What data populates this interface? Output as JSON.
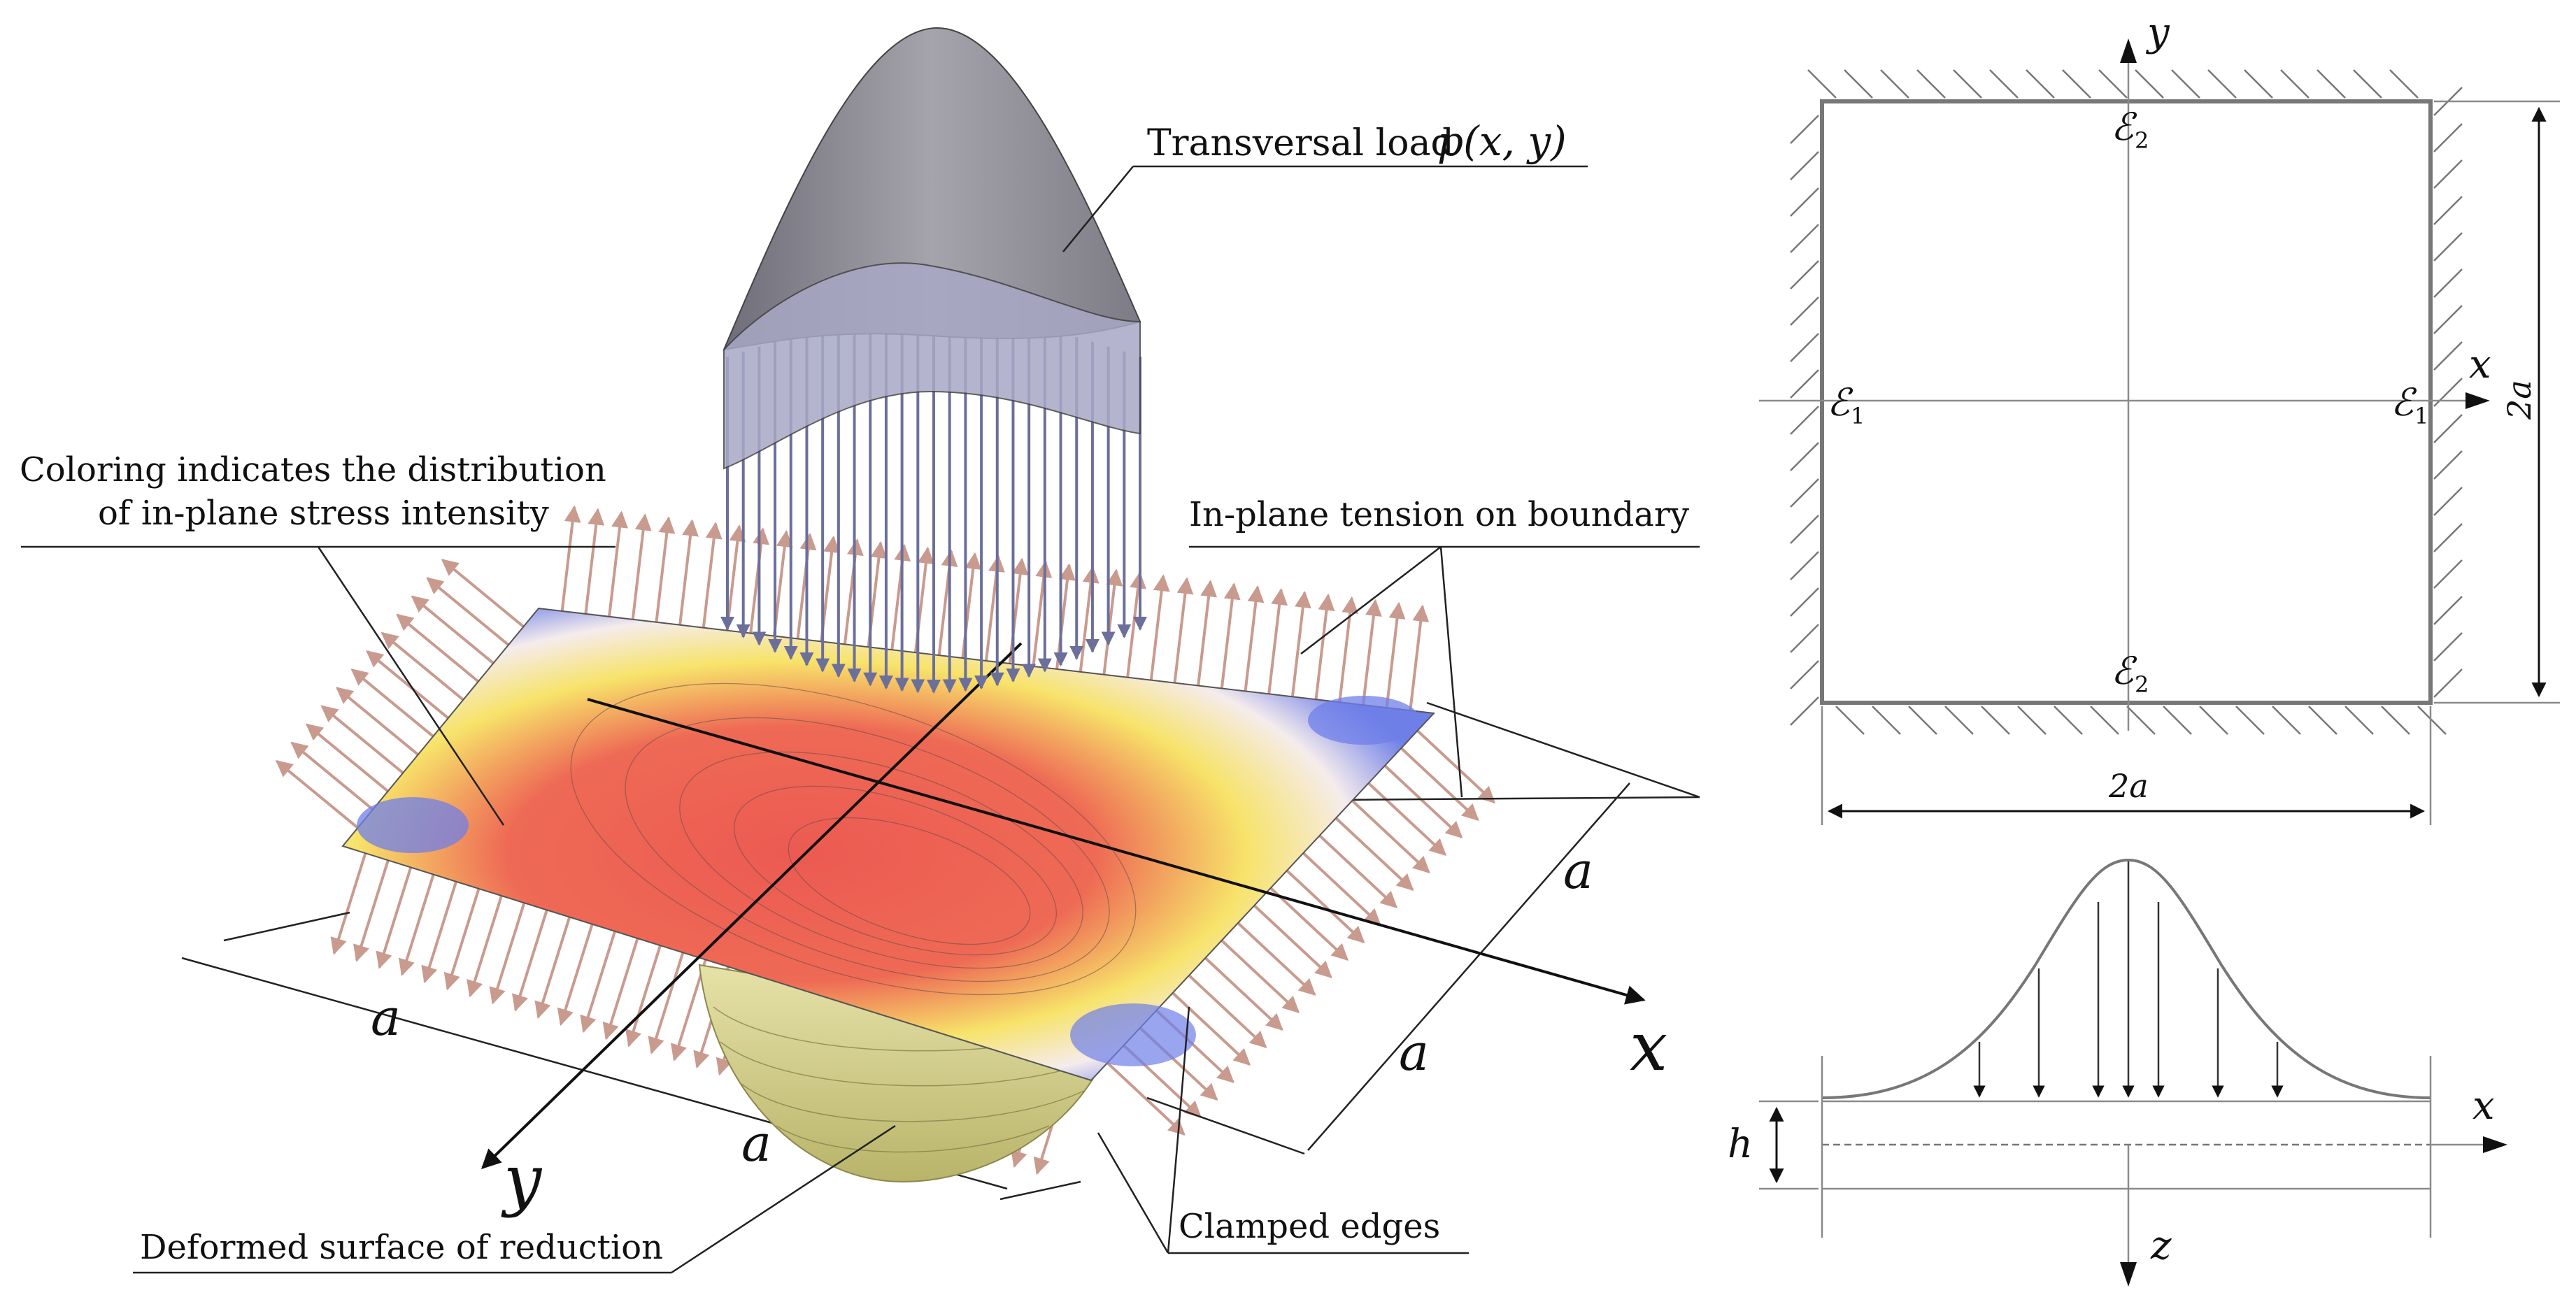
{
  "left_figure": {
    "annotations": {
      "transversal_load": "Transversal load",
      "transversal_load_math": "p(x, y)",
      "coloring_line1": "Coloring indicates the distribution",
      "coloring_line2": "of in-plane stress intensity",
      "in_plane_tension": "In-plane tension on boundary",
      "deformed_surface": "Deformed surface of reduction",
      "clamped_edges": "Clamped edges"
    },
    "dimensions": {
      "a_front_1": "a",
      "a_front_2": "a",
      "a_right_1": "a",
      "a_right_2": "a"
    },
    "axes": {
      "x": "x",
      "y": "y"
    }
  },
  "top_right_figure": {
    "axes": {
      "x": "x",
      "y": "y"
    },
    "epsilon_top": "ℰ",
    "epsilon_top_sub": "2",
    "epsilon_bottom": "ℰ",
    "epsilon_bottom_sub": "2",
    "epsilon_left": "ℰ",
    "epsilon_left_sub": "1",
    "epsilon_right": "ℰ",
    "epsilon_right_sub": "1",
    "width_label": "2a",
    "height_label": "2a"
  },
  "bottom_right_figure": {
    "axes": {
      "x": "x",
      "z": "z"
    },
    "thickness_label": "h"
  },
  "colors": {
    "stress_low": "#6f7fe8",
    "stress_mid_low": "#f5ecec",
    "stress_mid": "#f7e36a",
    "stress_high": "#ec5a52",
    "load_surface": "#8f8d96",
    "deformed_surface": "#d4cf86"
  }
}
